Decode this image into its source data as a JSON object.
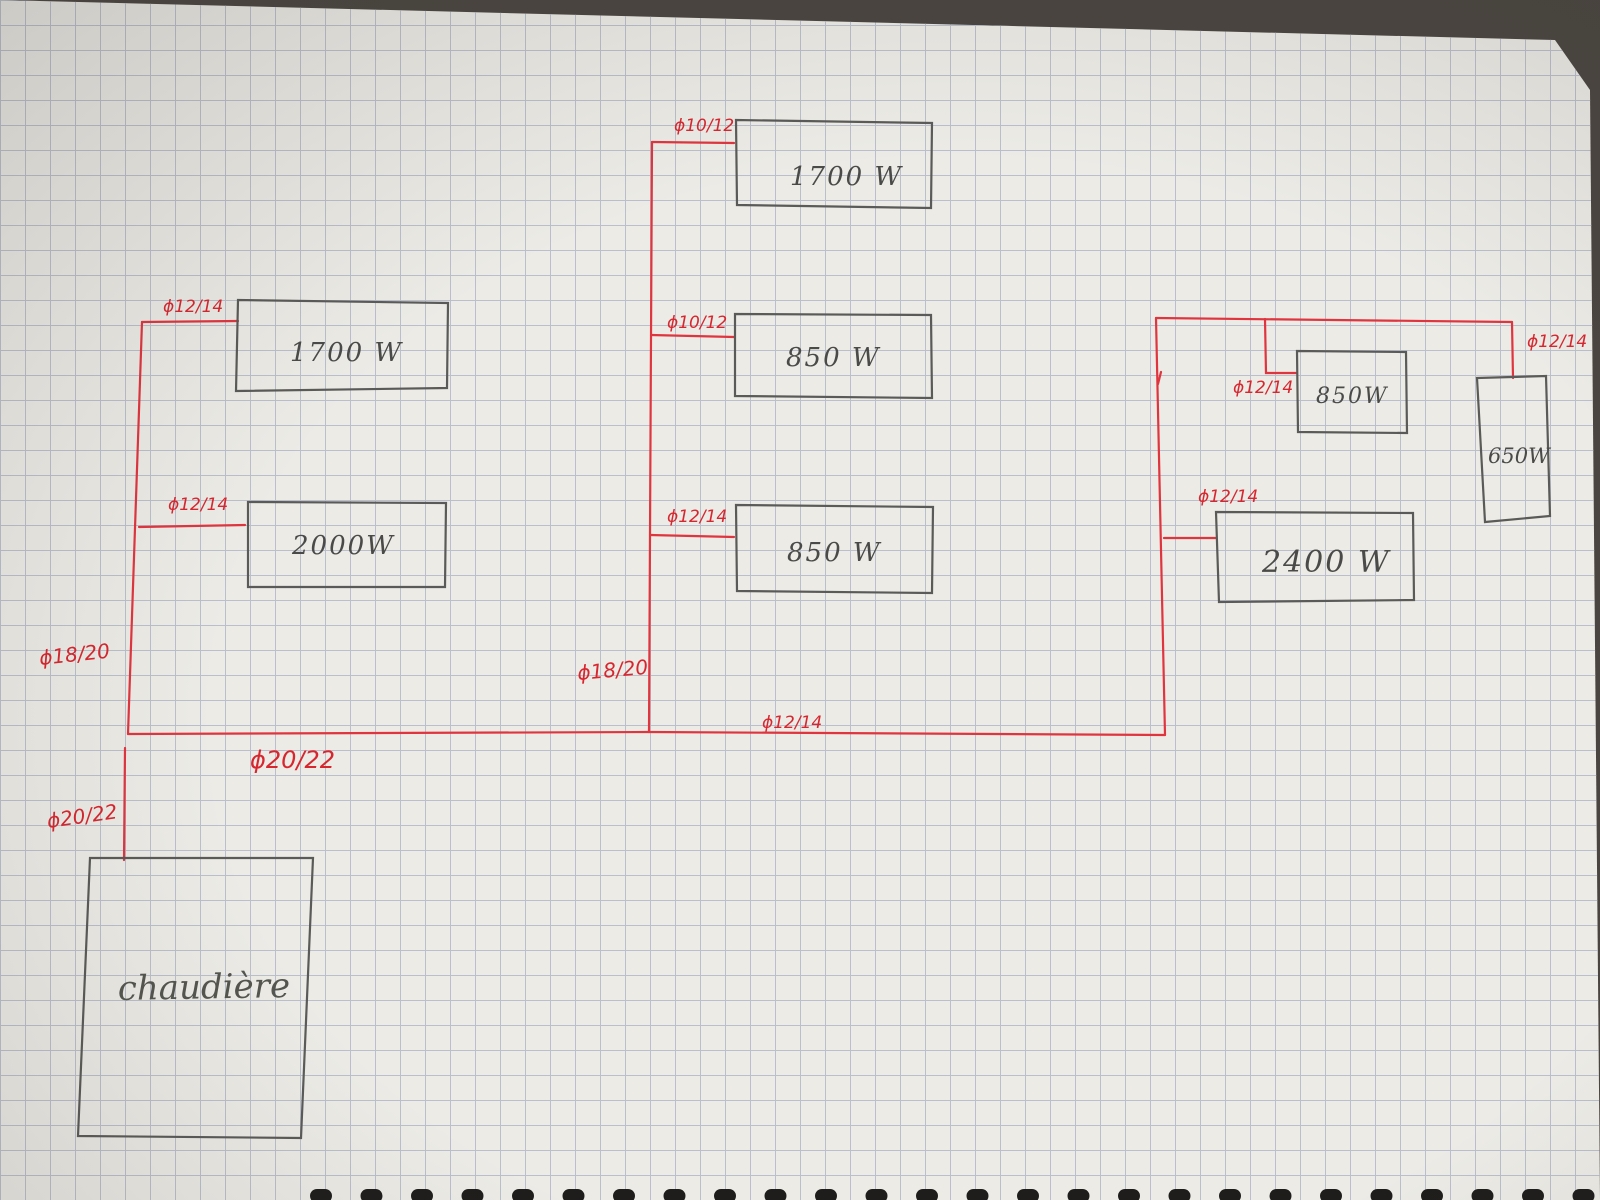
{
  "boiler": {
    "label": "chaudière"
  },
  "radiators": [
    {
      "id": "rad-1",
      "power": "1700 W"
    },
    {
      "id": "rad-2",
      "power": "2000W"
    },
    {
      "id": "rad-3",
      "power": "1700 W"
    },
    {
      "id": "rad-4",
      "power": "850 W"
    },
    {
      "id": "rad-5",
      "power": "850 W"
    },
    {
      "id": "rad-6",
      "power": "850W"
    },
    {
      "id": "rad-7",
      "power": "650W"
    },
    {
      "id": "rad-8",
      "power": "2400 W"
    }
  ],
  "pipe_labels": {
    "boiler_riser": "ϕ20/22",
    "main_horizontal": "ϕ20/22",
    "left_riser": "ϕ18/20",
    "left_branch_top": "ϕ12/14",
    "left_branch_bottom": "ϕ12/14",
    "mid_riser": "ϕ18/20",
    "mid_branch_top": "ϕ10/12",
    "mid_branch_middle": "ϕ10/12",
    "mid_branch_bottom": "ϕ12/14",
    "right_horizontal": "ϕ12/14",
    "right_branch_850": "ϕ12/14",
    "right_branch_650": "ϕ12/14",
    "right_branch_2400": "ϕ12/14"
  },
  "colors": {
    "pipe": "#e0353f",
    "pencil": "#5a5a58",
    "grid": "#b9bfcc",
    "paper": "#ecebe6"
  }
}
